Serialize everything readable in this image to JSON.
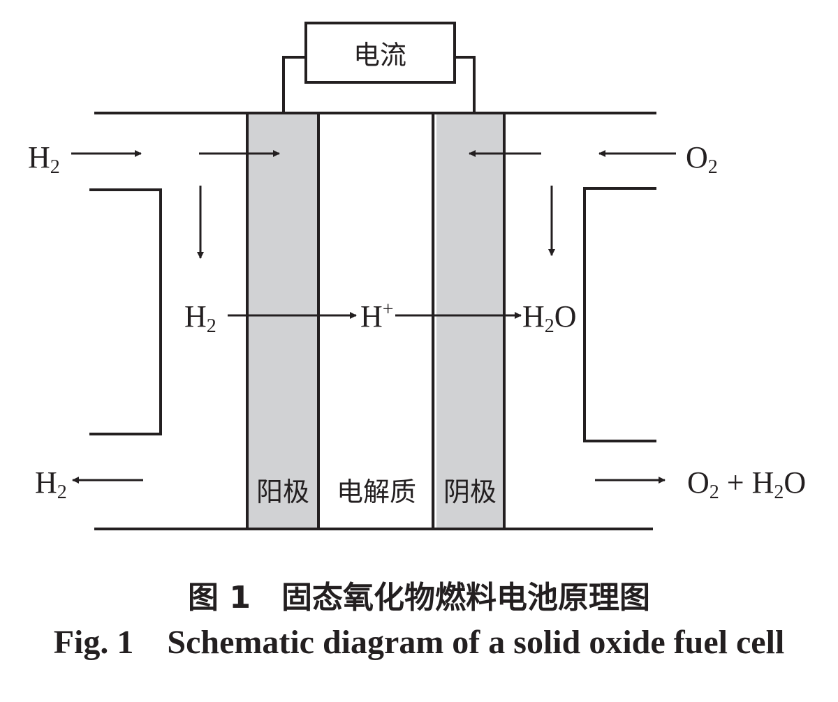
{
  "diagram": {
    "current_box_label": "电流",
    "anode_label": "阳极",
    "electrolyte_label": "电解质",
    "cathode_label": "阴极",
    "species": {
      "h2_inlet": {
        "main": "H",
        "sub": "2"
      },
      "o2_inlet": {
        "main": "O",
        "sub": "2"
      },
      "h2_inner": {
        "main": "H",
        "sub": "2"
      },
      "h_ion": {
        "main": "H",
        "sup": "+"
      },
      "h2o_inner": {
        "pre": "H",
        "sub": "2",
        "post": "O"
      },
      "h2_outlet": {
        "main": "H",
        "sub": "2"
      },
      "o2_h2o_outlet": {
        "o": "O",
        "o_sub": "2",
        "plus": " + H",
        "h_sub": "2",
        "tail": "O"
      }
    },
    "colors": {
      "electrode_fill": "#d1d2d4",
      "line": "#231f20"
    }
  },
  "caption": {
    "cn": "图 1　固态氧化物燃料电池原理图",
    "en": "Fig. 1    Schematic diagram of a solid oxide fuel cell"
  }
}
